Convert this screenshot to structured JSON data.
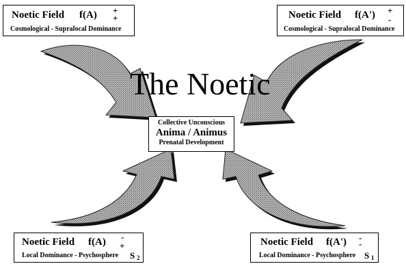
{
  "diagram": {
    "center_title": "The Noetic",
    "center": {
      "line1": "Collective Unconscious",
      "line2": "Anima / Animus",
      "line3": "Prenatal Development"
    },
    "boxes": {
      "top_left": {
        "title": "Noetic Field",
        "func": "f(A)",
        "sign_top": "+",
        "sign_bottom": "+",
        "caption": "Cosmological -  Supralocal Dominance"
      },
      "top_right": {
        "title": "Noetic Field",
        "func": "f(A')",
        "sign_top": "+",
        "sign_bottom": "-",
        "caption": "Cosmological -  Supralocal Dominance"
      },
      "bottom_left": {
        "title": "Noetic Field",
        "func": "f(A)",
        "sign_top": "-",
        "sign_bottom": "+",
        "caption": "Local Dominance - Psychosphere",
        "s_label": "S",
        "s_sub": "2"
      },
      "bottom_right": {
        "title": "Noetic Field",
        "func": "f(A')",
        "sign_top": "-",
        "sign_bottom": "-",
        "caption": "Local Dominance - Psychosphere",
        "s_label": "S",
        "s_sub": "1"
      }
    },
    "colors": {
      "arrow_fill": "#9a9a9a",
      "arrow_shadow": "#111111",
      "ink": "#000000"
    }
  }
}
